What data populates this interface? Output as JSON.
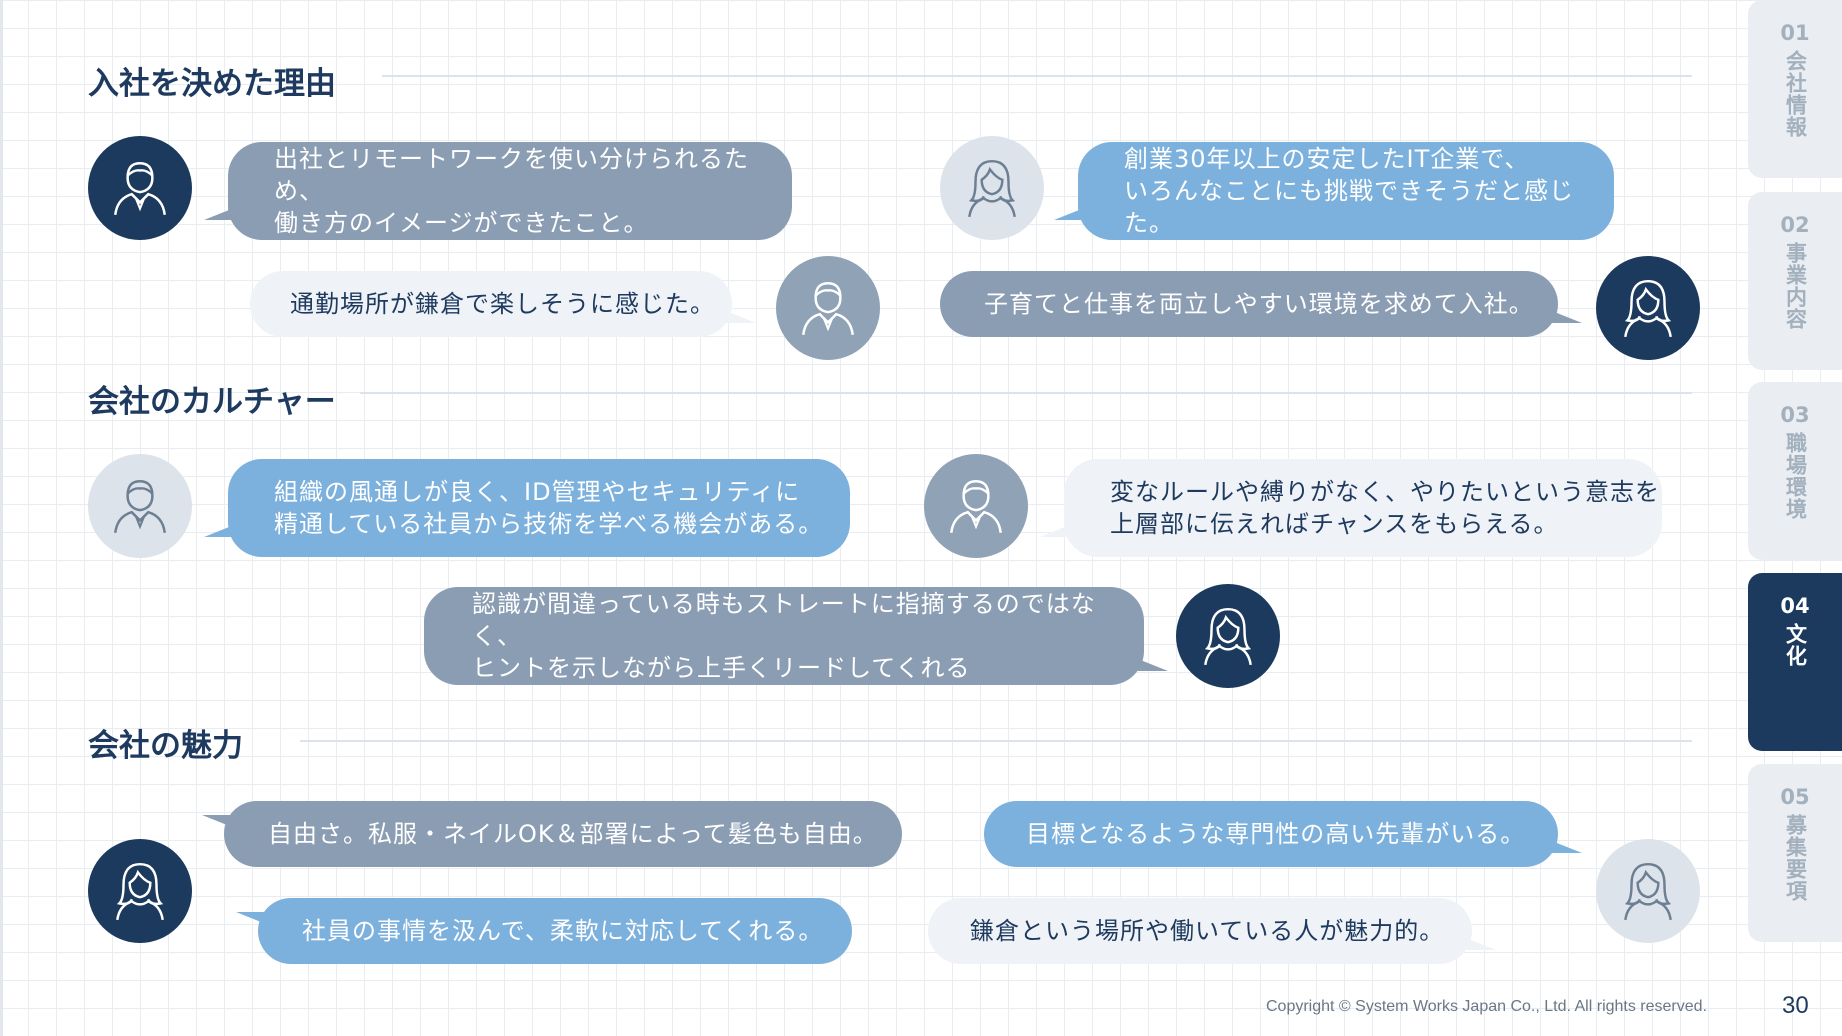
{
  "sections": {
    "reason": {
      "title": "入社を決めた理由"
    },
    "culture": {
      "title": "会社のカルチャー"
    },
    "appeal": {
      "title": "会社の魅力"
    }
  },
  "bubbles": {
    "r1": "出社とリモートワークを使い分けられるため、\n働き方のイメージができたこと。",
    "r2": "創業30年以上の安定したIT企業で、\nいろんなことにも挑戦できそうだと感じた。",
    "r3": "通勤場所が鎌倉で楽しそうに感じた。",
    "r4": "子育てと仕事を両立しやすい環境を求めて入社。",
    "c1": "組織の風通しが良く、ID管理やセキュリティに\n精通している社員から技術を学べる機会がある。",
    "c2": "変なルールや縛りがなく、やりたいという意志を\n上層部に伝えればチャンスをもらえる。",
    "c3": "認識が間違っている時もストレートに指摘するのではなく、\nヒントを示しながら上手くリードしてくれる",
    "a1": "自由さ。私服・ネイルOK＆部署によって髪色も自由。",
    "a2": "目標となるような専門性の高い先輩がいる。",
    "a3": "社員の事情を汲んで、柔軟に対応してくれる。",
    "a4": "鎌倉という場所や働いている人が魅力的。"
  },
  "nav": [
    {
      "num": "01",
      "label": "会社情報",
      "active": false
    },
    {
      "num": "02",
      "label": "事業内容",
      "active": false
    },
    {
      "num": "03",
      "label": "職場環境",
      "active": false
    },
    {
      "num": "04",
      "label": "文化",
      "active": true
    },
    {
      "num": "05",
      "label": "募集要項",
      "active": false
    }
  ],
  "icons": [
    "man-avatar-icon",
    "woman-avatar-icon"
  ],
  "colors": {
    "navy": "#1c3a5e",
    "bubble_gray": "#8b9db3",
    "bubble_blue": "#7db1dd",
    "bubble_pale": "#eff2f6"
  },
  "footer": {
    "copyright": "Copyright © System Works Japan Co., Ltd. All rights reserved.",
    "page_number": "30"
  }
}
